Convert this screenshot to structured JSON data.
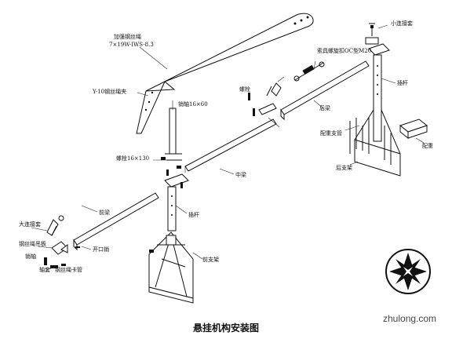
{
  "labels": {
    "rope_spec": "加强钢丝绳\n7×19W-IWS-8.3",
    "rope_clamp": "Y-10钢丝绳夹",
    "turnbuckle": "索具螺旋扣OC型M20",
    "pin_16x60": "销轴16×60",
    "bolt_top": "螺栓",
    "rear_beam": "后梁",
    "bolt_16x130": "螺栓16×130",
    "middle_beam": "中梁",
    "small_sleeve": "小连接套",
    "post_right": "插杆",
    "counterweight_tube": "配重支管",
    "counterweight": "配重",
    "rear_frame": "后支架",
    "front_beam": "前梁",
    "post_left": "插杆",
    "large_sleeve": "大连接套",
    "rope_hanger": "钢丝绳吊板",
    "pin": "销轴",
    "shaft_sleeve": "轴套",
    "rope_clip": "钢丝绳卡管",
    "cotter_pin": "开口销",
    "front_frame": "前支架"
  },
  "title": "悬挂机构安装图",
  "watermark": "zhulong.com",
  "colors": {
    "ink": "#111111",
    "background": "#ffffff"
  }
}
